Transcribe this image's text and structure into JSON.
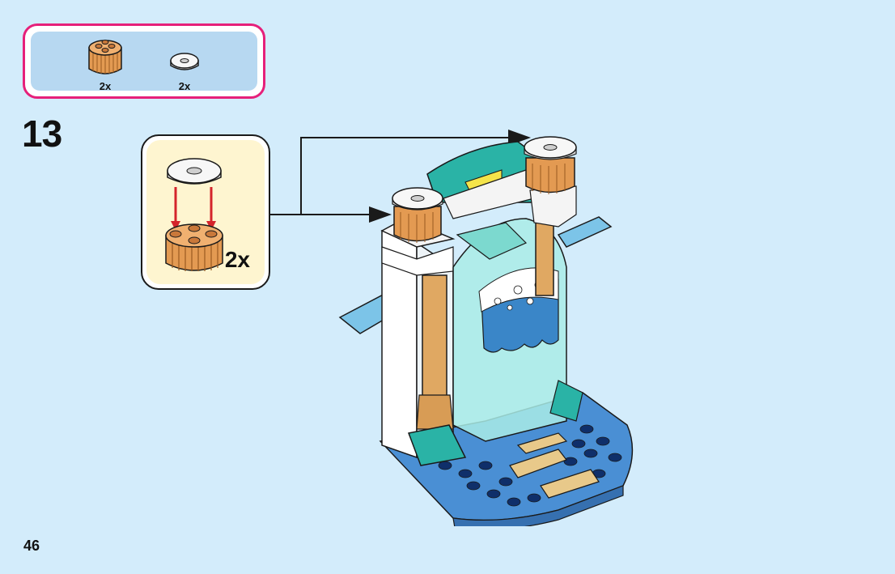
{
  "parts_list": {
    "items": [
      {
        "name": "round-brick-2x2-icon",
        "quantity": "2x",
        "color": "#e39a52"
      },
      {
        "name": "round-tile-2x2-icon",
        "quantity": "2x",
        "color": "#f4f4f4"
      }
    ]
  },
  "step": {
    "number": "13"
  },
  "callout": {
    "quantity": "2x"
  },
  "page": {
    "number": "46"
  },
  "colors": {
    "background": "#d3ecfb",
    "parts_frame": "#e6207a",
    "parts_panel": "#b7d8f1",
    "callout_panel": "#fef5d0",
    "arrow_red": "#d4242b",
    "base_blue": "#4a8fd4",
    "teal": "#2ab3a6"
  }
}
